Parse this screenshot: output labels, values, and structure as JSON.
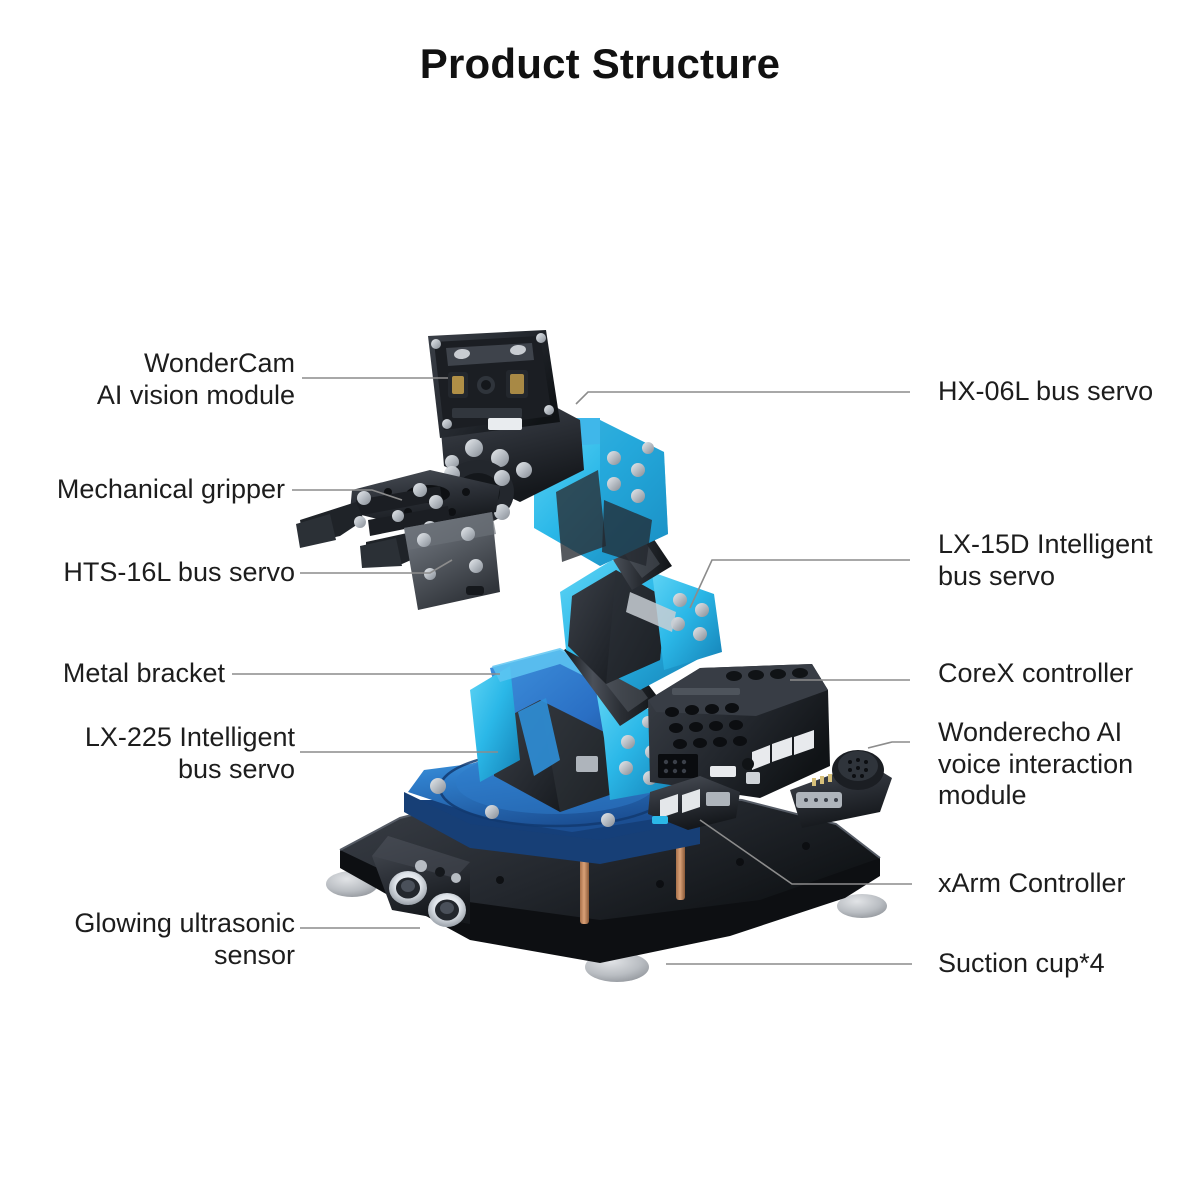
{
  "page": {
    "title": "Product Structure",
    "background": "#ffffff",
    "text_color": "#1d1d1d",
    "leader_line_color": "#8c8c8c"
  },
  "product": {
    "accent_blue": "#2BB8E8",
    "base_blue": "#2A6FC4",
    "dark_body": "#2a2d33",
    "metal_grey": "#5a5f66"
  },
  "callouts": {
    "left": [
      {
        "id": "wondercam",
        "label": "WonderCam\nAI vision module"
      },
      {
        "id": "gripper",
        "label": "Mechanical gripper"
      },
      {
        "id": "hts16l",
        "label": "HTS-16L bus servo"
      },
      {
        "id": "bracket",
        "label": "Metal bracket"
      },
      {
        "id": "lx225",
        "label": "LX-225 Intelligent\nbus servo"
      },
      {
        "id": "ultrasonic",
        "label": "Glowing ultrasonic\nsensor"
      }
    ],
    "right": [
      {
        "id": "hx06l",
        "label": "HX-06L bus servo"
      },
      {
        "id": "lx15d",
        "label": "LX-15D Intelligent\nbus servo"
      },
      {
        "id": "corex",
        "label": "CoreX controller"
      },
      {
        "id": "wonderecho",
        "label": "Wonderecho AI\nvoice interaction\nmodule"
      },
      {
        "id": "xarm",
        "label": "xArm Controller"
      },
      {
        "id": "suction",
        "label": "Suction cup*4"
      }
    ]
  }
}
